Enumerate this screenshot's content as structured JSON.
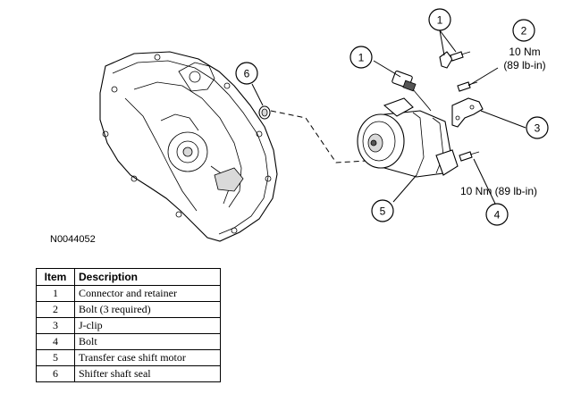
{
  "figure_id": "N0044052",
  "callouts": {
    "c1a": "1",
    "c1b": "1",
    "c2": "2",
    "c3": "3",
    "c4": "4",
    "c5": "5",
    "c6": "6"
  },
  "torque_labels": {
    "bolt_top_nm": "10 Nm",
    "bolt_top_lbin": "(89 lb-in)",
    "bolt_lower": "10 Nm (89 lb-in)"
  },
  "legend": {
    "headers": {
      "item": "Item",
      "description": "Description"
    },
    "rows": [
      {
        "item": "1",
        "description": "Connector and retainer"
      },
      {
        "item": "2",
        "description": "Bolt (3 required)"
      },
      {
        "item": "3",
        "description": "J-clip"
      },
      {
        "item": "4",
        "description": "Bolt"
      },
      {
        "item": "5",
        "description": "Transfer case shift motor"
      },
      {
        "item": "6",
        "description": "Shifter shaft seal"
      }
    ]
  }
}
